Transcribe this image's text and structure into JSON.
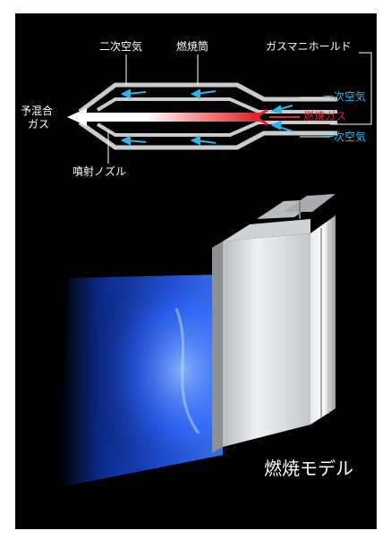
{
  "diagram": {
    "labels": {
      "secondary_air_top": "二次空気",
      "combustion_tube": "燃焼筒",
      "gas_manifold": "ガスマニホールド",
      "premixed_gas_line1": "予混合",
      "premixed_gas_line2": "ガス",
      "primary_air_top": "一次空気",
      "fuel_gas": "燃焼ガス",
      "primary_air_bottom": "一次空気",
      "injection_nozzle": "噴射ノズル"
    },
    "caption": "燃焼モデル",
    "colors": {
      "background": "#000000",
      "label_white": "#ffffff",
      "air_arrow_cyan": "#29b6e8",
      "gas_red": "#e8262b",
      "flame_blue": "#1f4fd6",
      "metal_silver": "#d8dadc"
    }
  }
}
